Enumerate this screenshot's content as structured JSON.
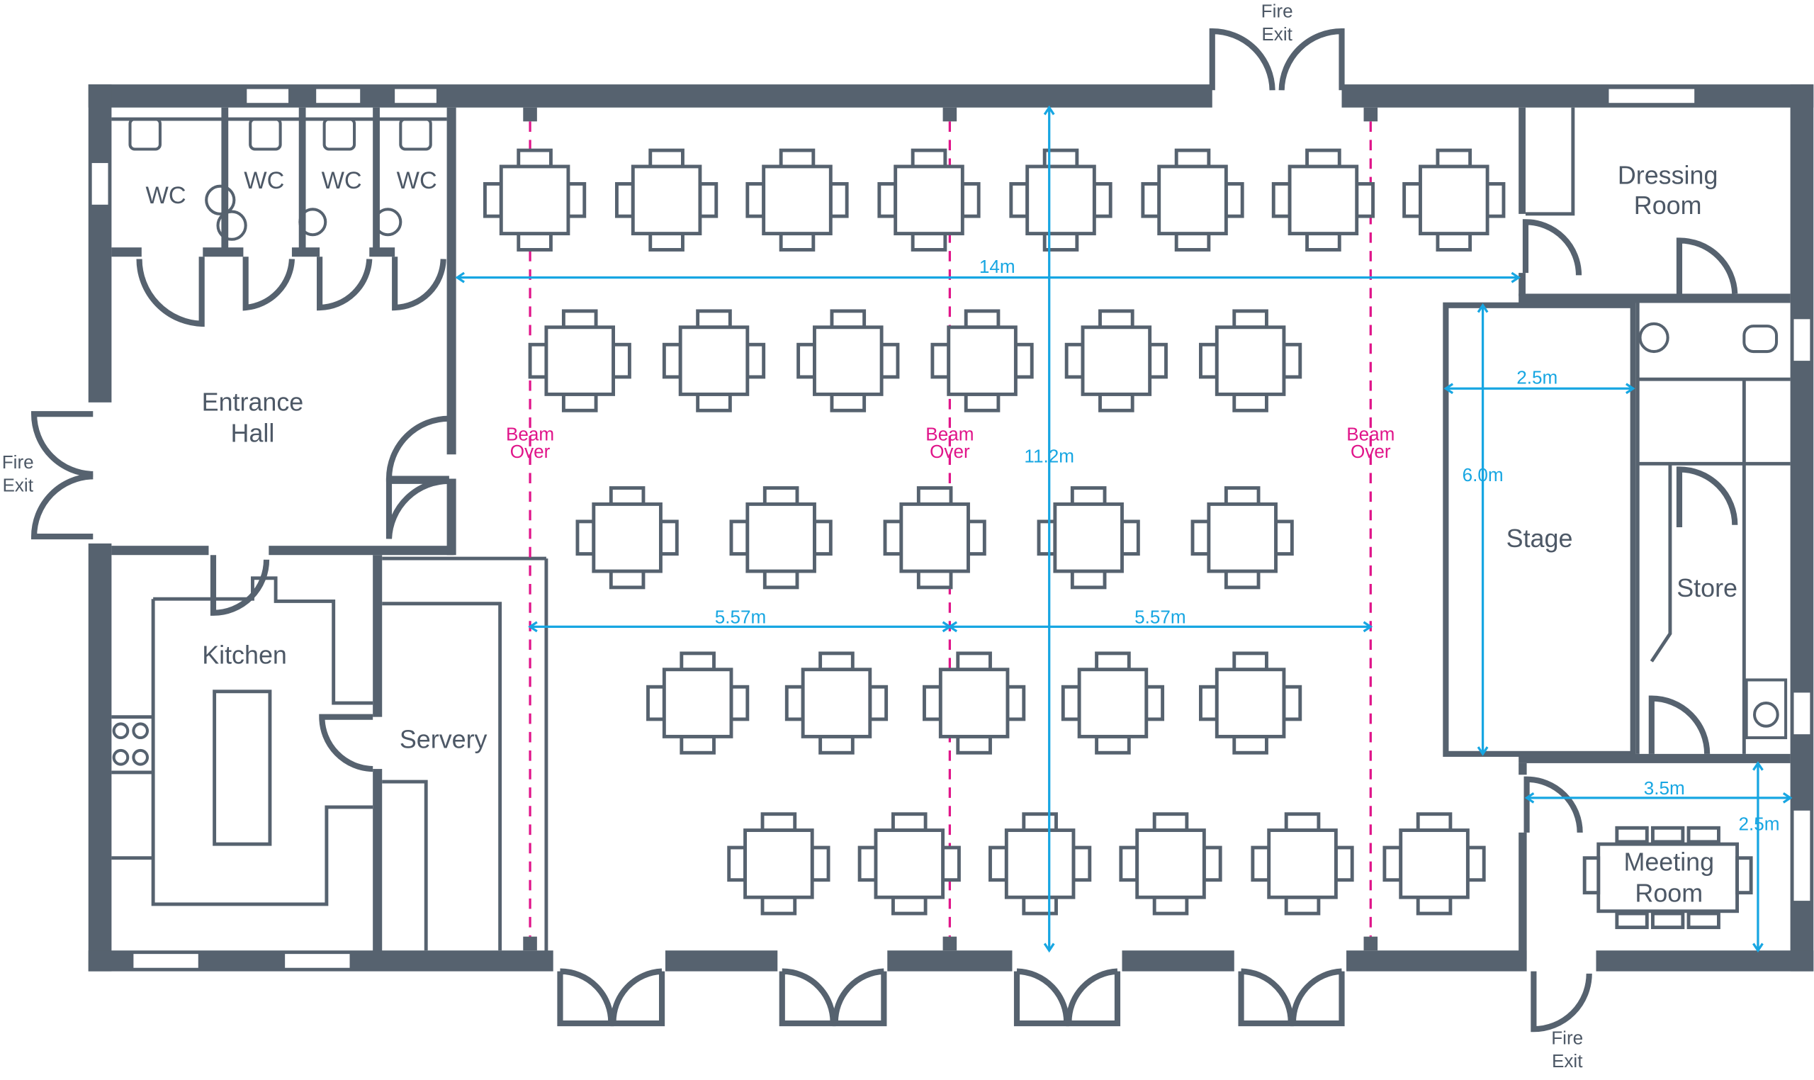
{
  "rooms": {
    "wc": "WC",
    "entrance_hall": [
      "Entrance",
      "Hall"
    ],
    "kitchen": "Kitchen",
    "servery": "Servery",
    "dressing_room": [
      "Dressing",
      "Room"
    ],
    "stage": "Stage",
    "store": "Store",
    "meeting_room": [
      "Meeting",
      "Room"
    ]
  },
  "exits": {
    "fire_exit": [
      "Fire",
      "Exit"
    ]
  },
  "beams": {
    "label": [
      "Beam",
      "Over"
    ]
  },
  "dimensions": {
    "hall_width": "14m",
    "hall_depth": "11.2m",
    "bay_span": "5.57m",
    "stage_width": "2.5m",
    "stage_depth": "6.0m",
    "meeting_width": "3.5m",
    "meeting_depth": "2.5m"
  },
  "colors": {
    "walls": "#56626f",
    "dimensions": "#17a6e2",
    "beams": "#e0158a"
  }
}
